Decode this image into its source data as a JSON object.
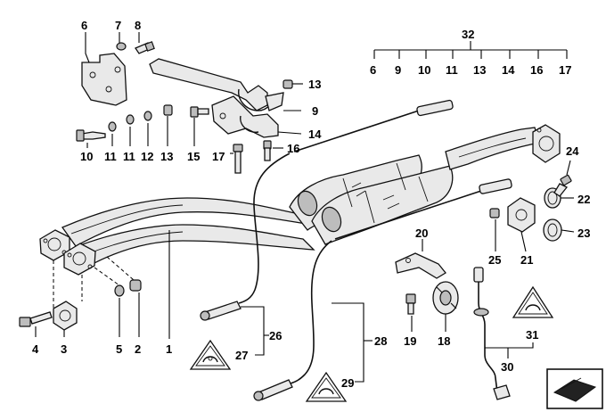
{
  "callouts": {
    "c1": "1",
    "c2": "2",
    "c3": "3",
    "c4": "4",
    "c5": "5",
    "c6": "6",
    "c7": "7",
    "c8": "8",
    "c9": "9",
    "c10": "10",
    "c11a": "11",
    "c11b": "11",
    "c12": "12",
    "c13a": "13",
    "c13b": "13",
    "c14": "14",
    "c15": "15",
    "c16": "16",
    "c17": "17",
    "c18": "18",
    "c19": "19",
    "c20": "20",
    "c21": "21",
    "c22": "22",
    "c23": "23",
    "c24": "24",
    "c25": "25",
    "c26": "26",
    "c27": "27",
    "c28": "28",
    "c29": "29",
    "c30": "30",
    "c31": "31",
    "c32": "32"
  },
  "kit": {
    "number": "32",
    "items": [
      "6",
      "9",
      "10",
      "11",
      "13",
      "14",
      "16",
      "17"
    ]
  },
  "icons": {
    "warning_triangle": "warning-triangle-icon",
    "oxygen_sensor_symbol": "oxygen-sensor-symbol-icon",
    "catalog_corner": "catalog-page-corner-icon"
  }
}
